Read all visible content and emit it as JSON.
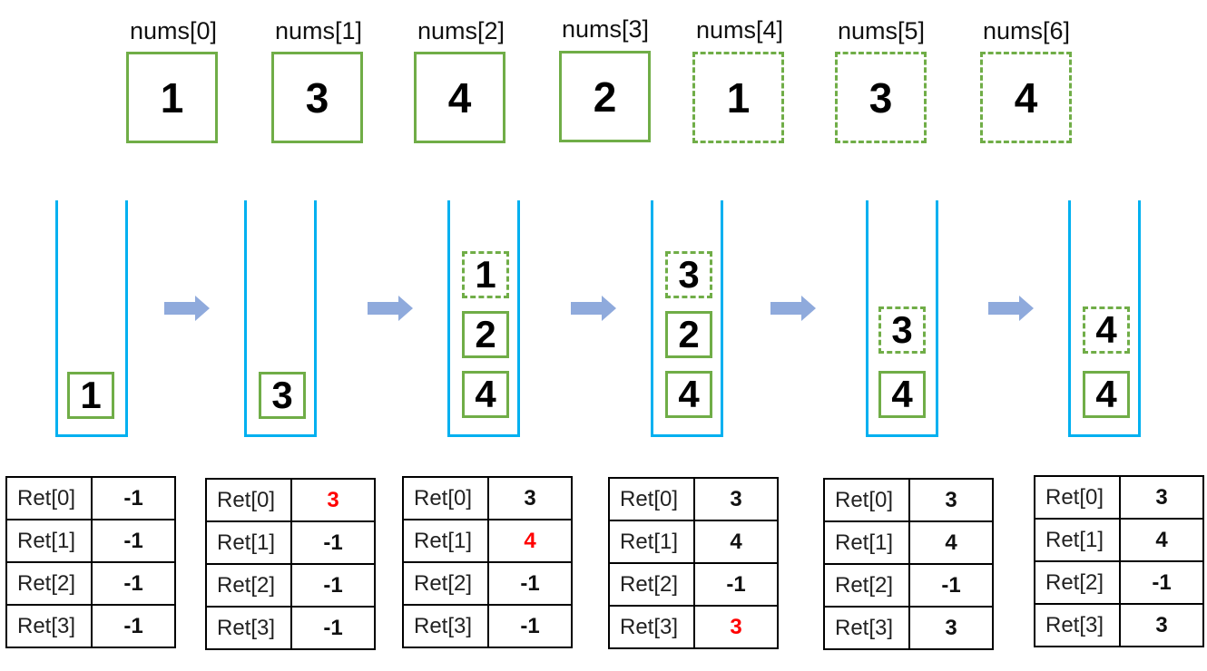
{
  "nums": [
    {
      "label": "nums[0]",
      "value": "1",
      "dashed": false
    },
    {
      "label": "nums[1]",
      "value": "3",
      "dashed": false
    },
    {
      "label": "nums[2]",
      "value": "4",
      "dashed": false
    },
    {
      "label": "nums[3]",
      "value": "2",
      "dashed": false
    },
    {
      "label": "nums[4]",
      "value": "1",
      "dashed": true
    },
    {
      "label": "nums[5]",
      "value": "3",
      "dashed": true
    },
    {
      "label": "nums[6]",
      "value": "4",
      "dashed": true
    }
  ],
  "stacks": [
    {
      "items": [
        {
          "value": "1",
          "dashed": false
        }
      ]
    },
    {
      "items": [
        {
          "value": "3",
          "dashed": false
        }
      ]
    },
    {
      "items": [
        {
          "value": "4",
          "dashed": false
        },
        {
          "value": "2",
          "dashed": false
        },
        {
          "value": "1",
          "dashed": true
        }
      ]
    },
    {
      "items": [
        {
          "value": "4",
          "dashed": false
        },
        {
          "value": "2",
          "dashed": false
        },
        {
          "value": "3",
          "dashed": true
        }
      ]
    },
    {
      "items": [
        {
          "value": "4",
          "dashed": false
        },
        {
          "value": "3",
          "dashed": true
        }
      ]
    },
    {
      "items": [
        {
          "value": "4",
          "dashed": false
        },
        {
          "value": "4",
          "dashed": true
        }
      ]
    }
  ],
  "tables": [
    {
      "rows": [
        {
          "key": "Ret[0]",
          "value": "-1",
          "highlight": false
        },
        {
          "key": "Ret[1]",
          "value": "-1",
          "highlight": false
        },
        {
          "key": "Ret[2]",
          "value": "-1",
          "highlight": false
        },
        {
          "key": "Ret[3]",
          "value": "-1",
          "highlight": false
        }
      ]
    },
    {
      "rows": [
        {
          "key": "Ret[0]",
          "value": "3",
          "highlight": true
        },
        {
          "key": "Ret[1]",
          "value": "-1",
          "highlight": false
        },
        {
          "key": "Ret[2]",
          "value": "-1",
          "highlight": false
        },
        {
          "key": "Ret[3]",
          "value": "-1",
          "highlight": false
        }
      ]
    },
    {
      "rows": [
        {
          "key": "Ret[0]",
          "value": "3",
          "highlight": false
        },
        {
          "key": "Ret[1]",
          "value": "4",
          "highlight": true
        },
        {
          "key": "Ret[2]",
          "value": "-1",
          "highlight": false
        },
        {
          "key": "Ret[3]",
          "value": "-1",
          "highlight": false
        }
      ]
    },
    {
      "rows": [
        {
          "key": "Ret[0]",
          "value": "3",
          "highlight": false
        },
        {
          "key": "Ret[1]",
          "value": "4",
          "highlight": false
        },
        {
          "key": "Ret[2]",
          "value": "-1",
          "highlight": false
        },
        {
          "key": "Ret[3]",
          "value": "3",
          "highlight": true
        }
      ]
    },
    {
      "rows": [
        {
          "key": "Ret[0]",
          "value": "3",
          "highlight": false
        },
        {
          "key": "Ret[1]",
          "value": "4",
          "highlight": false
        },
        {
          "key": "Ret[2]",
          "value": "-1",
          "highlight": false
        },
        {
          "key": "Ret[3]",
          "value": "3",
          "highlight": false
        }
      ]
    },
    {
      "rows": [
        {
          "key": "Ret[0]",
          "value": "3",
          "highlight": false
        },
        {
          "key": "Ret[1]",
          "value": "4",
          "highlight": false
        },
        {
          "key": "Ret[2]",
          "value": "-1",
          "highlight": false
        },
        {
          "key": "Ret[3]",
          "value": "3",
          "highlight": false
        }
      ]
    }
  ],
  "arrow_icon": "right-arrow-icon",
  "colors": {
    "box_border": "#70ad47",
    "stack_border": "#00b0f0",
    "arrow": "#8faadc",
    "highlight": "#ff0000"
  }
}
